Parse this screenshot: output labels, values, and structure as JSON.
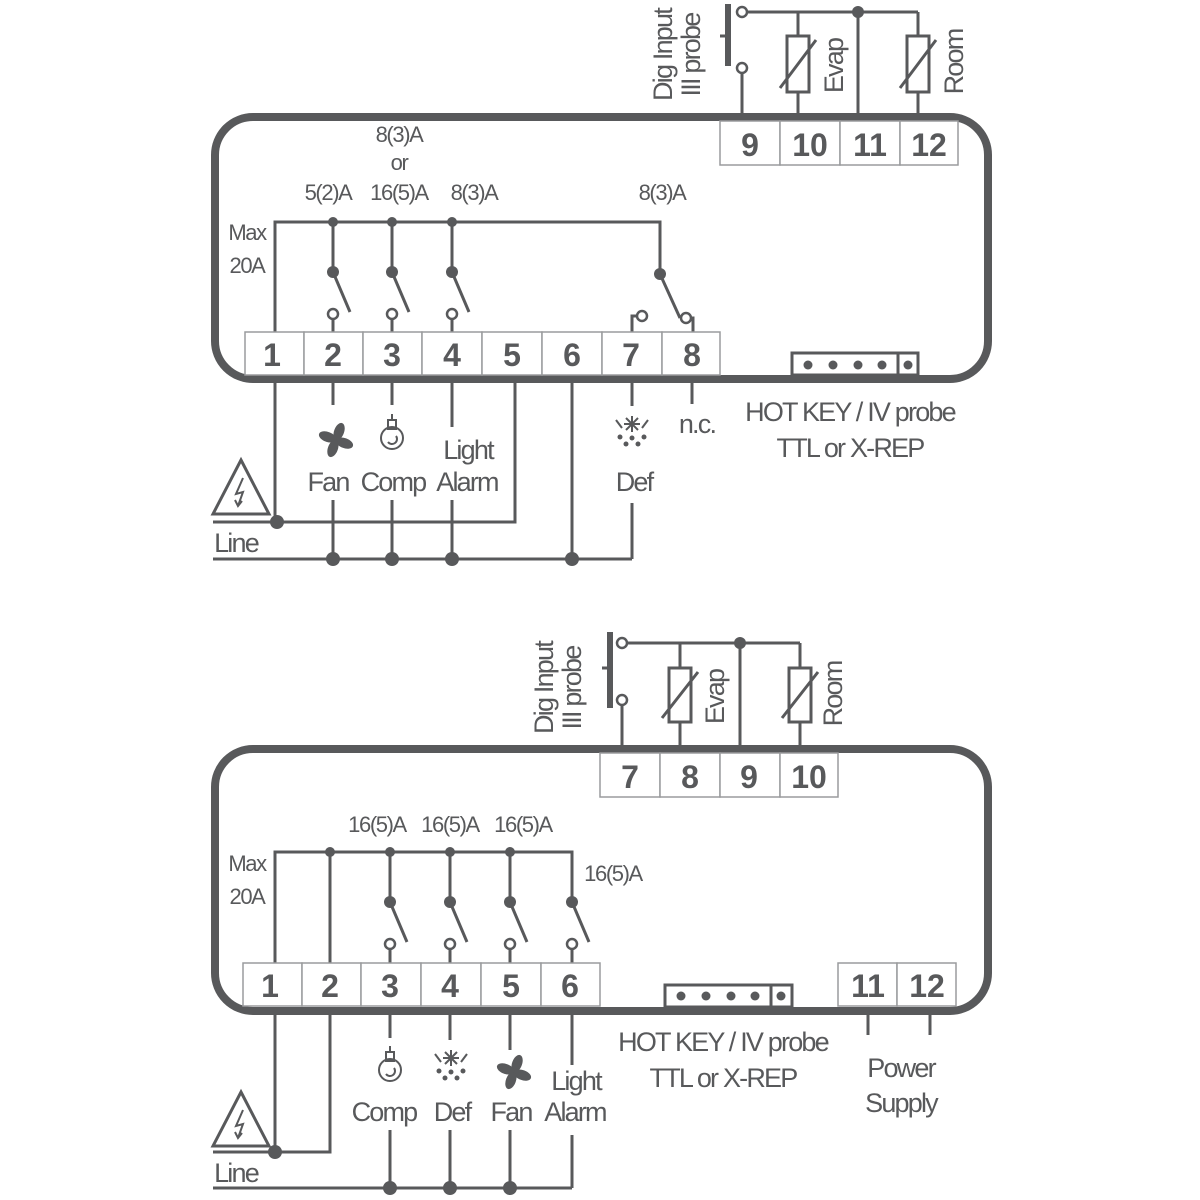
{
  "title": "Controller wiring diagrams",
  "colors": {
    "line": "#58595b",
    "cell_border": "#9a9b9d",
    "background": "#ffffff"
  },
  "diagram_top": {
    "probe_terminals": [
      "9",
      "10",
      "11",
      "12"
    ],
    "output_terminals": [
      "1",
      "2",
      "3",
      "4",
      "5",
      "6",
      "7",
      "8"
    ],
    "max_label": [
      "Max",
      "20A"
    ],
    "ratings": {
      "t2": "5(2)A",
      "t3_line1": "8(3)A",
      "t3_line2": "or",
      "t3_line3": "16(5)A",
      "t4": "8(3)A",
      "t78": "8(3)A"
    },
    "probe_labels": {
      "dig1": "Dig Input",
      "dig2": "III probe",
      "evap": "Evap",
      "room": "Room"
    },
    "loads": {
      "fan": "Fan",
      "comp": "Comp",
      "light": "Light",
      "alarm": "Alarm",
      "def": "Def",
      "nc": "n.c."
    },
    "hotkey": [
      "HOT KEY / IV probe",
      "TTL or X-REP"
    ],
    "line": "Line"
  },
  "diagram_bottom": {
    "probe_terminals": [
      "7",
      "8",
      "9",
      "10"
    ],
    "output_terminals": [
      "1",
      "2",
      "3",
      "4",
      "5",
      "6"
    ],
    "power_terminals": [
      "11",
      "12"
    ],
    "max_label": [
      "Max",
      "20A"
    ],
    "ratings": {
      "t3": "16(5)A",
      "t4": "16(5)A",
      "t5": "16(5)A",
      "t6": "16(5)A"
    },
    "probe_labels": {
      "dig1": "Dig Input",
      "dig2": "III probe",
      "evap": "Evap",
      "room": "Room"
    },
    "loads": {
      "comp": "Comp",
      "def": "Def",
      "fan": "Fan",
      "light": "Light",
      "alarm": "Alarm"
    },
    "hotkey": [
      "HOT KEY / IV probe",
      "TTL or X-REP"
    ],
    "power": [
      "Power",
      "Supply"
    ],
    "line": "Line"
  }
}
